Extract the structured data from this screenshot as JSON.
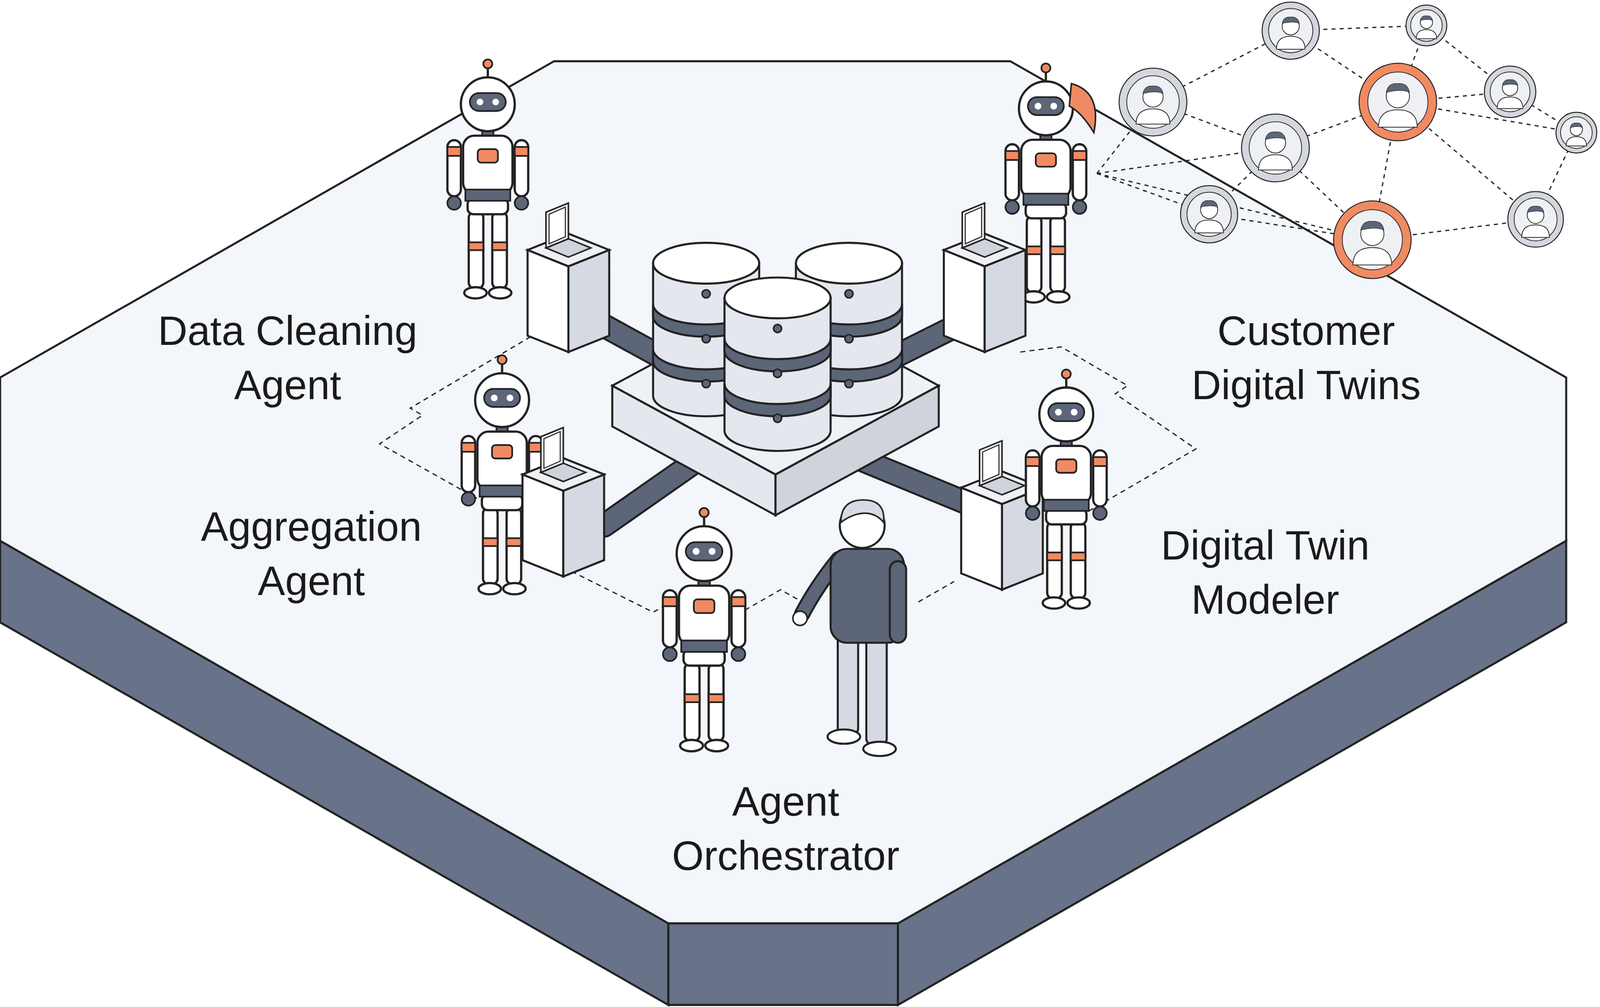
{
  "diagram": {
    "labels": [
      "Data Cleaning Agent",
      "Customer Digital Twins",
      "Aggregation Agent",
      "Digital Twin Modeler",
      "Agent Orchestrator"
    ]
  }
}
